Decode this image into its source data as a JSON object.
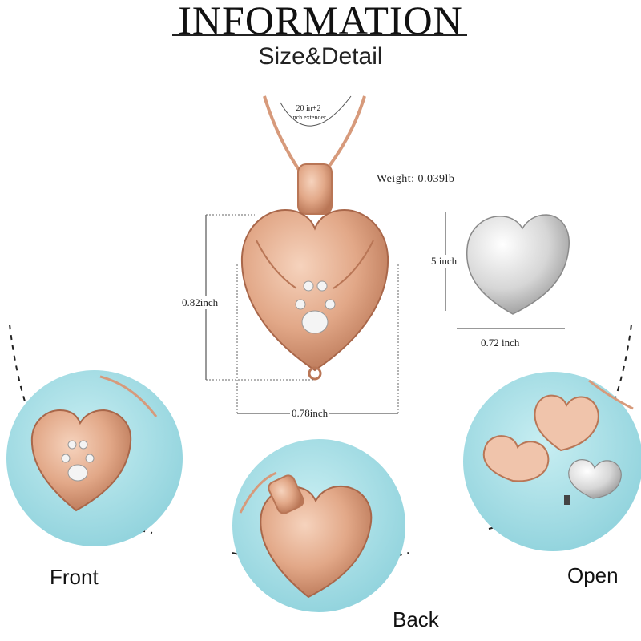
{
  "header": {
    "title": "INFORMATION",
    "subtitle": "Size&Detail"
  },
  "product": {
    "chain_length": "20 in+2",
    "chain_note": "inch extender",
    "weight": "Weight: 0.039lb",
    "height": "0.82inch",
    "width": "0.78inch",
    "insert_height": "5 inch",
    "insert_width": "0.72 inch"
  },
  "views": {
    "front": "Front",
    "back": "Back",
    "open": "Open"
  },
  "colors": {
    "rose_gold": "#e2a888",
    "rose_gold_dark": "#b97656",
    "silver": "#d9d9d9",
    "circle_bg": "#a9dce3"
  }
}
